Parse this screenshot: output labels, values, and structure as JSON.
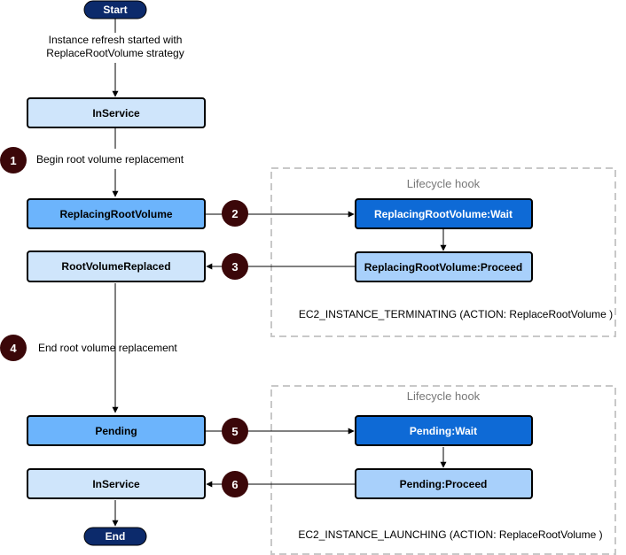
{
  "start_label": "Start",
  "end_label": "End",
  "refresh_note": {
    "line1": "Instance refresh started with",
    "line2": "ReplaceRootVolume strategy"
  },
  "states": {
    "inservice_top": "InService",
    "replacing": "ReplacingRootVolume",
    "replaced": "RootVolumeReplaced",
    "pending": "Pending",
    "inservice_bottom": "InService"
  },
  "hooks": [
    {
      "title": "Lifecycle hook",
      "wait": "ReplacingRootVolume:Wait",
      "proceed": "ReplacingRootVolume:Proceed",
      "event": "EC2_INSTANCE_TERMINATING (ACTION: ReplaceRootVolume )"
    },
    {
      "title": "Lifecycle hook",
      "wait": "Pending:Wait",
      "proceed": "Pending:Proceed",
      "event": "EC2_INSTANCE_LAUNCHING (ACTION: ReplaceRootVolume )"
    }
  ],
  "steps": [
    {
      "number": "1",
      "text": "Begin root volume replacement"
    },
    {
      "number": "2"
    },
    {
      "number": "3"
    },
    {
      "number": "4",
      "text": "End root volume replacement"
    },
    {
      "number": "5"
    },
    {
      "number": "6"
    }
  ],
  "colors": {
    "terminal_fill": "#0c2a6b",
    "state_light": "#cfe5fb",
    "state_medium": "#6cb4fc",
    "hook_wait": "#0e6ad6",
    "hook_proceed": "#a8d0fb",
    "step_badge": "#3b0709",
    "hook_border": "#c8c8c8"
  }
}
